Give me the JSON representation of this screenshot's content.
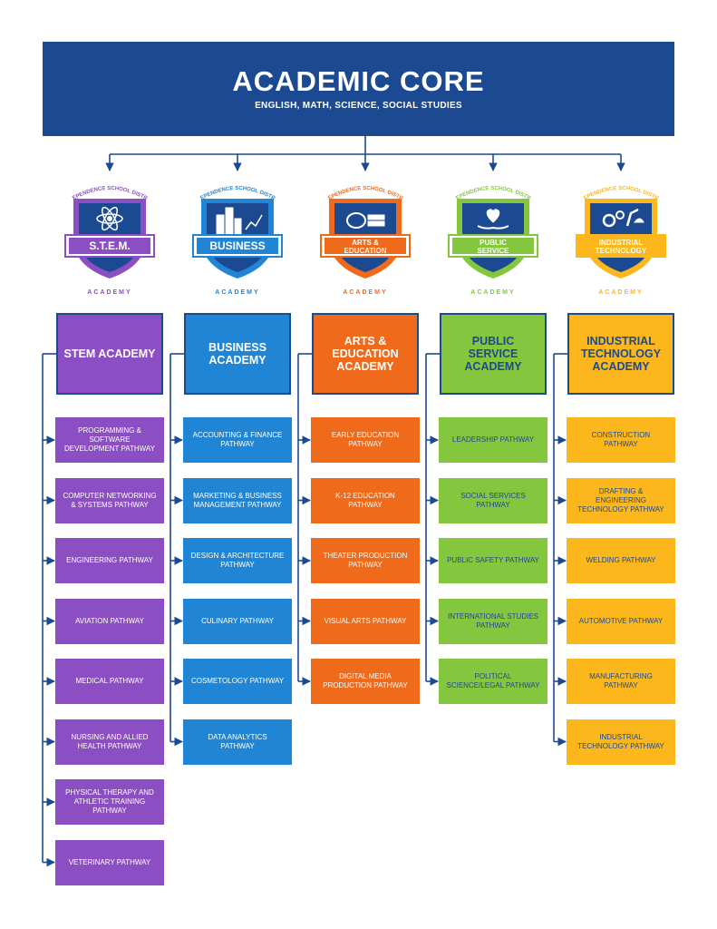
{
  "core": {
    "title": "ACADEMIC CORE",
    "subtitle": "ENGLISH, MATH, SCIENCE, SOCIAL STUDIES"
  },
  "badges": [
    {
      "district": "INDEPENDENCE SCHOOL DISTRICT",
      "banner": "S.T.E.M.",
      "academy": "ACADEMY",
      "color": "#8b4fc3",
      "icon": "atom-icon"
    },
    {
      "district": "INDEPENDENCE SCHOOL DISTRICT",
      "banner": "BUSINESS",
      "academy": "ACADEMY",
      "color": "#2185d6",
      "icon": "skyline-chart-icon"
    },
    {
      "district": "INDEPENDENCE SCHOOL DISTRICT",
      "banner": "ARTS & EDUCATION",
      "academy": "ACADEMY",
      "color": "#f06a1c",
      "icon": "palette-books-icon"
    },
    {
      "district": "INDEPENDENCE SCHOOL DISTRICT",
      "banner": "PUBLIC SERVICE",
      "academy": "ACADEMY",
      "color": "#85c63f",
      "icon": "hands-heart-icon"
    },
    {
      "district": "INDEPENDENCE SCHOOL DISTRICT",
      "banner": "INDUSTRIAL TECHNOLOGY",
      "academy": "ACADEMY",
      "color": "#fbb71b",
      "icon": "gears-robot-icon"
    }
  ],
  "academies": [
    {
      "title": "STEM ACADEMY",
      "pathways": [
        "PROGRAMMING & SOFTWARE DEVELOPMENT PATHWAY",
        "COMPUTER NETWORKING & SYSTEMS PATHWAY",
        "ENGINEERING PATHWAY",
        "AVIATION PATHWAY",
        "MEDICAL PATHWAY",
        "NURSING AND ALLIED HEALTH PATHWAY",
        "PHYSICAL THERAPY AND ATHLETIC TRAINING PATHWAY",
        "VETERINARY PATHWAY"
      ]
    },
    {
      "title": "BUSINESS ACADEMY",
      "pathways": [
        "ACCOUNTING & FINANCE PATHWAY",
        "MARKETING & BUSINESS MANAGEMENT PATHWAY",
        "DESIGN & ARCHITECTURE PATHWAY",
        "CULINARY PATHWAY",
        "COSMETOLOGY PATHWAY",
        "DATA ANALYTICS PATHWAY"
      ]
    },
    {
      "title": "ARTS & EDUCATION ACADEMY",
      "pathways": [
        "EARLY EDUCATION PATHWAY",
        "K-12 EDUCATION PATHWAY",
        "THEATER PRODUCTION PATHWAY",
        "VISUAL ARTS PATHWAY",
        "DIGITAL MEDIA PRODUCTION PATHWAY"
      ]
    },
    {
      "title": "PUBLIC SERVICE ACADEMY",
      "pathways": [
        "LEADERSHIP PATHWAY",
        "SOCIAL SERVICES PATHWAY",
        "PUBLIC SAFETY PATHWAY",
        "INTERNATIONAL STUDIES PATHWAY",
        "POLITICAL SCIENCE/LEGAL PATHWAY"
      ]
    },
    {
      "title": "INDUSTRIAL TECHNOLOGY ACADEMY",
      "pathways": [
        "CONSTRUCTION PATHWAY",
        "DRAFTING & ENGINEERING TECHNOLOGY PATHWAY",
        "WELDING PATHWAY",
        "AUTOMOTIVE PATHWAY",
        "MANUFACTURING PATHWAY",
        "INDUSTRIAL TECHNOLOGY PATHWAY"
      ]
    }
  ],
  "colors": {
    "navy": "#1c4a92",
    "purple": "#8b4fc3",
    "blue": "#2185d6",
    "orange": "#f06a1c",
    "green": "#85c63f",
    "yellow": "#fbb71b"
  }
}
